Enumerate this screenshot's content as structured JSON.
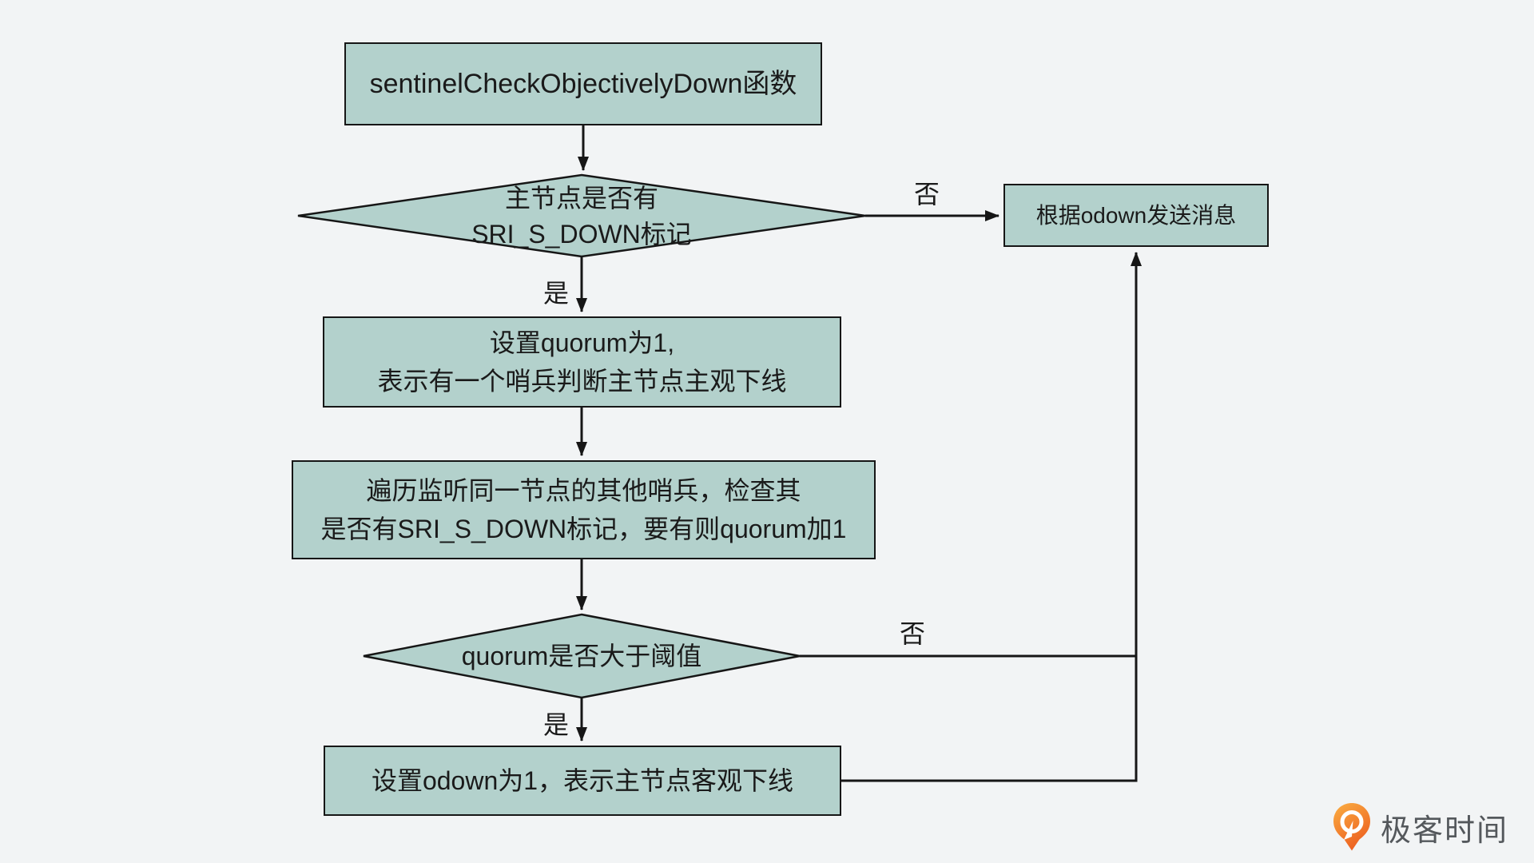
{
  "theme": {
    "background": "#f2f4f5",
    "node_fill": "#b3d1cc",
    "stroke": "#161616",
    "text_color": "#1a1a1a",
    "brand_text": "#54585c",
    "brand_orange_start": "#f9a840",
    "brand_orange_end": "#ec5b1e"
  },
  "nodes": {
    "start": {
      "label": "sentinelCheckObjectivelyDown函数"
    },
    "decision_sdown": {
      "line1": "主节点是否有",
      "line2": "SRI_S_DOWN标记"
    },
    "send_message": {
      "label": "根据odown发送消息"
    },
    "set_quorum": {
      "line1": "设置quorum为1,",
      "line2": "表示有一个哨兵判断主节点主观下线"
    },
    "iterate_sentinels": {
      "line1": "遍历监听同一节点的其他哨兵，检查其",
      "line2": "是否有SRI_S_DOWN标记，要有则quorum加1"
    },
    "decision_quorum": {
      "label": "quorum是否大于阈值"
    },
    "set_odown": {
      "label": "设置odown为1，表示主节点客观下线"
    }
  },
  "edge_labels": {
    "no_1": "否",
    "yes_1": "是",
    "no_2": "否",
    "yes_2": "是"
  },
  "watermark": {
    "brand": "极客时间"
  }
}
